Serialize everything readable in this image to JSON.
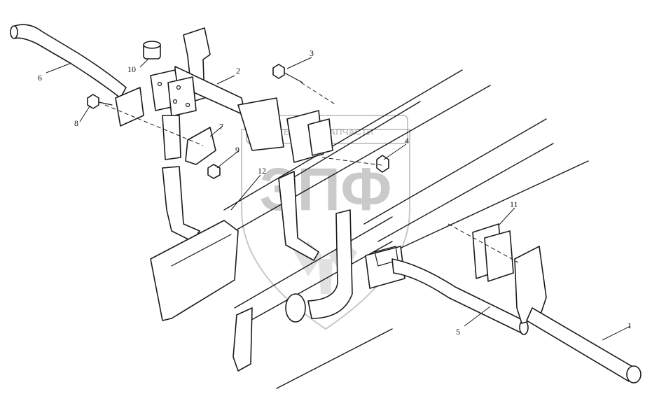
{
  "diagram": {
    "callouts": [
      {
        "id": "1",
        "label": "1"
      },
      {
        "id": "2",
        "label": "2"
      },
      {
        "id": "3",
        "label": "3"
      },
      {
        "id": "4",
        "label": "4"
      },
      {
        "id": "5",
        "label": "5"
      },
      {
        "id": "6",
        "label": "6"
      },
      {
        "id": "7",
        "label": "7"
      },
      {
        "id": "8",
        "label": "8"
      },
      {
        "id": "9",
        "label": "9"
      },
      {
        "id": "10",
        "label": "10"
      },
      {
        "id": "11",
        "label": "11"
      },
      {
        "id": "12",
        "label": "12"
      }
    ]
  },
  "watermark": {
    "brand_line": "ТЕХНИКА ЗАПЧАСТИ",
    "logo_letters": "ЗПФ"
  }
}
